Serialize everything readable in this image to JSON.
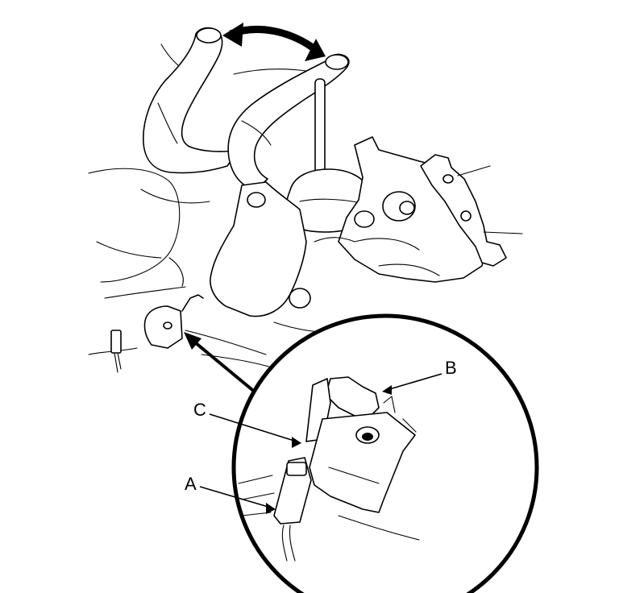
{
  "figure": {
    "callouts": [
      {
        "id": "A",
        "text": "A"
      },
      {
        "id": "B",
        "text": "B"
      },
      {
        "id": "C",
        "text": "C"
      }
    ]
  }
}
